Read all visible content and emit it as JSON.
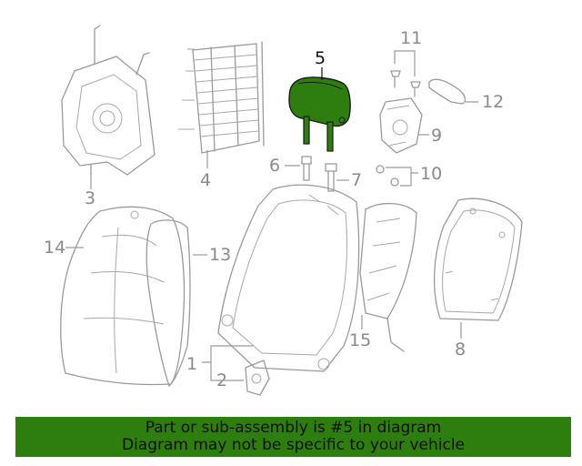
{
  "callouts": {
    "c1": "1",
    "c2": "2",
    "c3": "3",
    "c4": "4",
    "c5": "5",
    "c6": "6",
    "c7": "7",
    "c8": "8",
    "c9": "9",
    "c10": "10",
    "c11": "11",
    "c12": "12",
    "c13": "13",
    "c14": "14",
    "c15": "15"
  },
  "highlight": {
    "part": "5",
    "color": "#2e7d0f"
  },
  "banner": {
    "line1": "Part or sub-assembly is #5 in diagram",
    "line2": "Diagram may not be specific to your vehicle",
    "background": "#2e7d0f"
  }
}
